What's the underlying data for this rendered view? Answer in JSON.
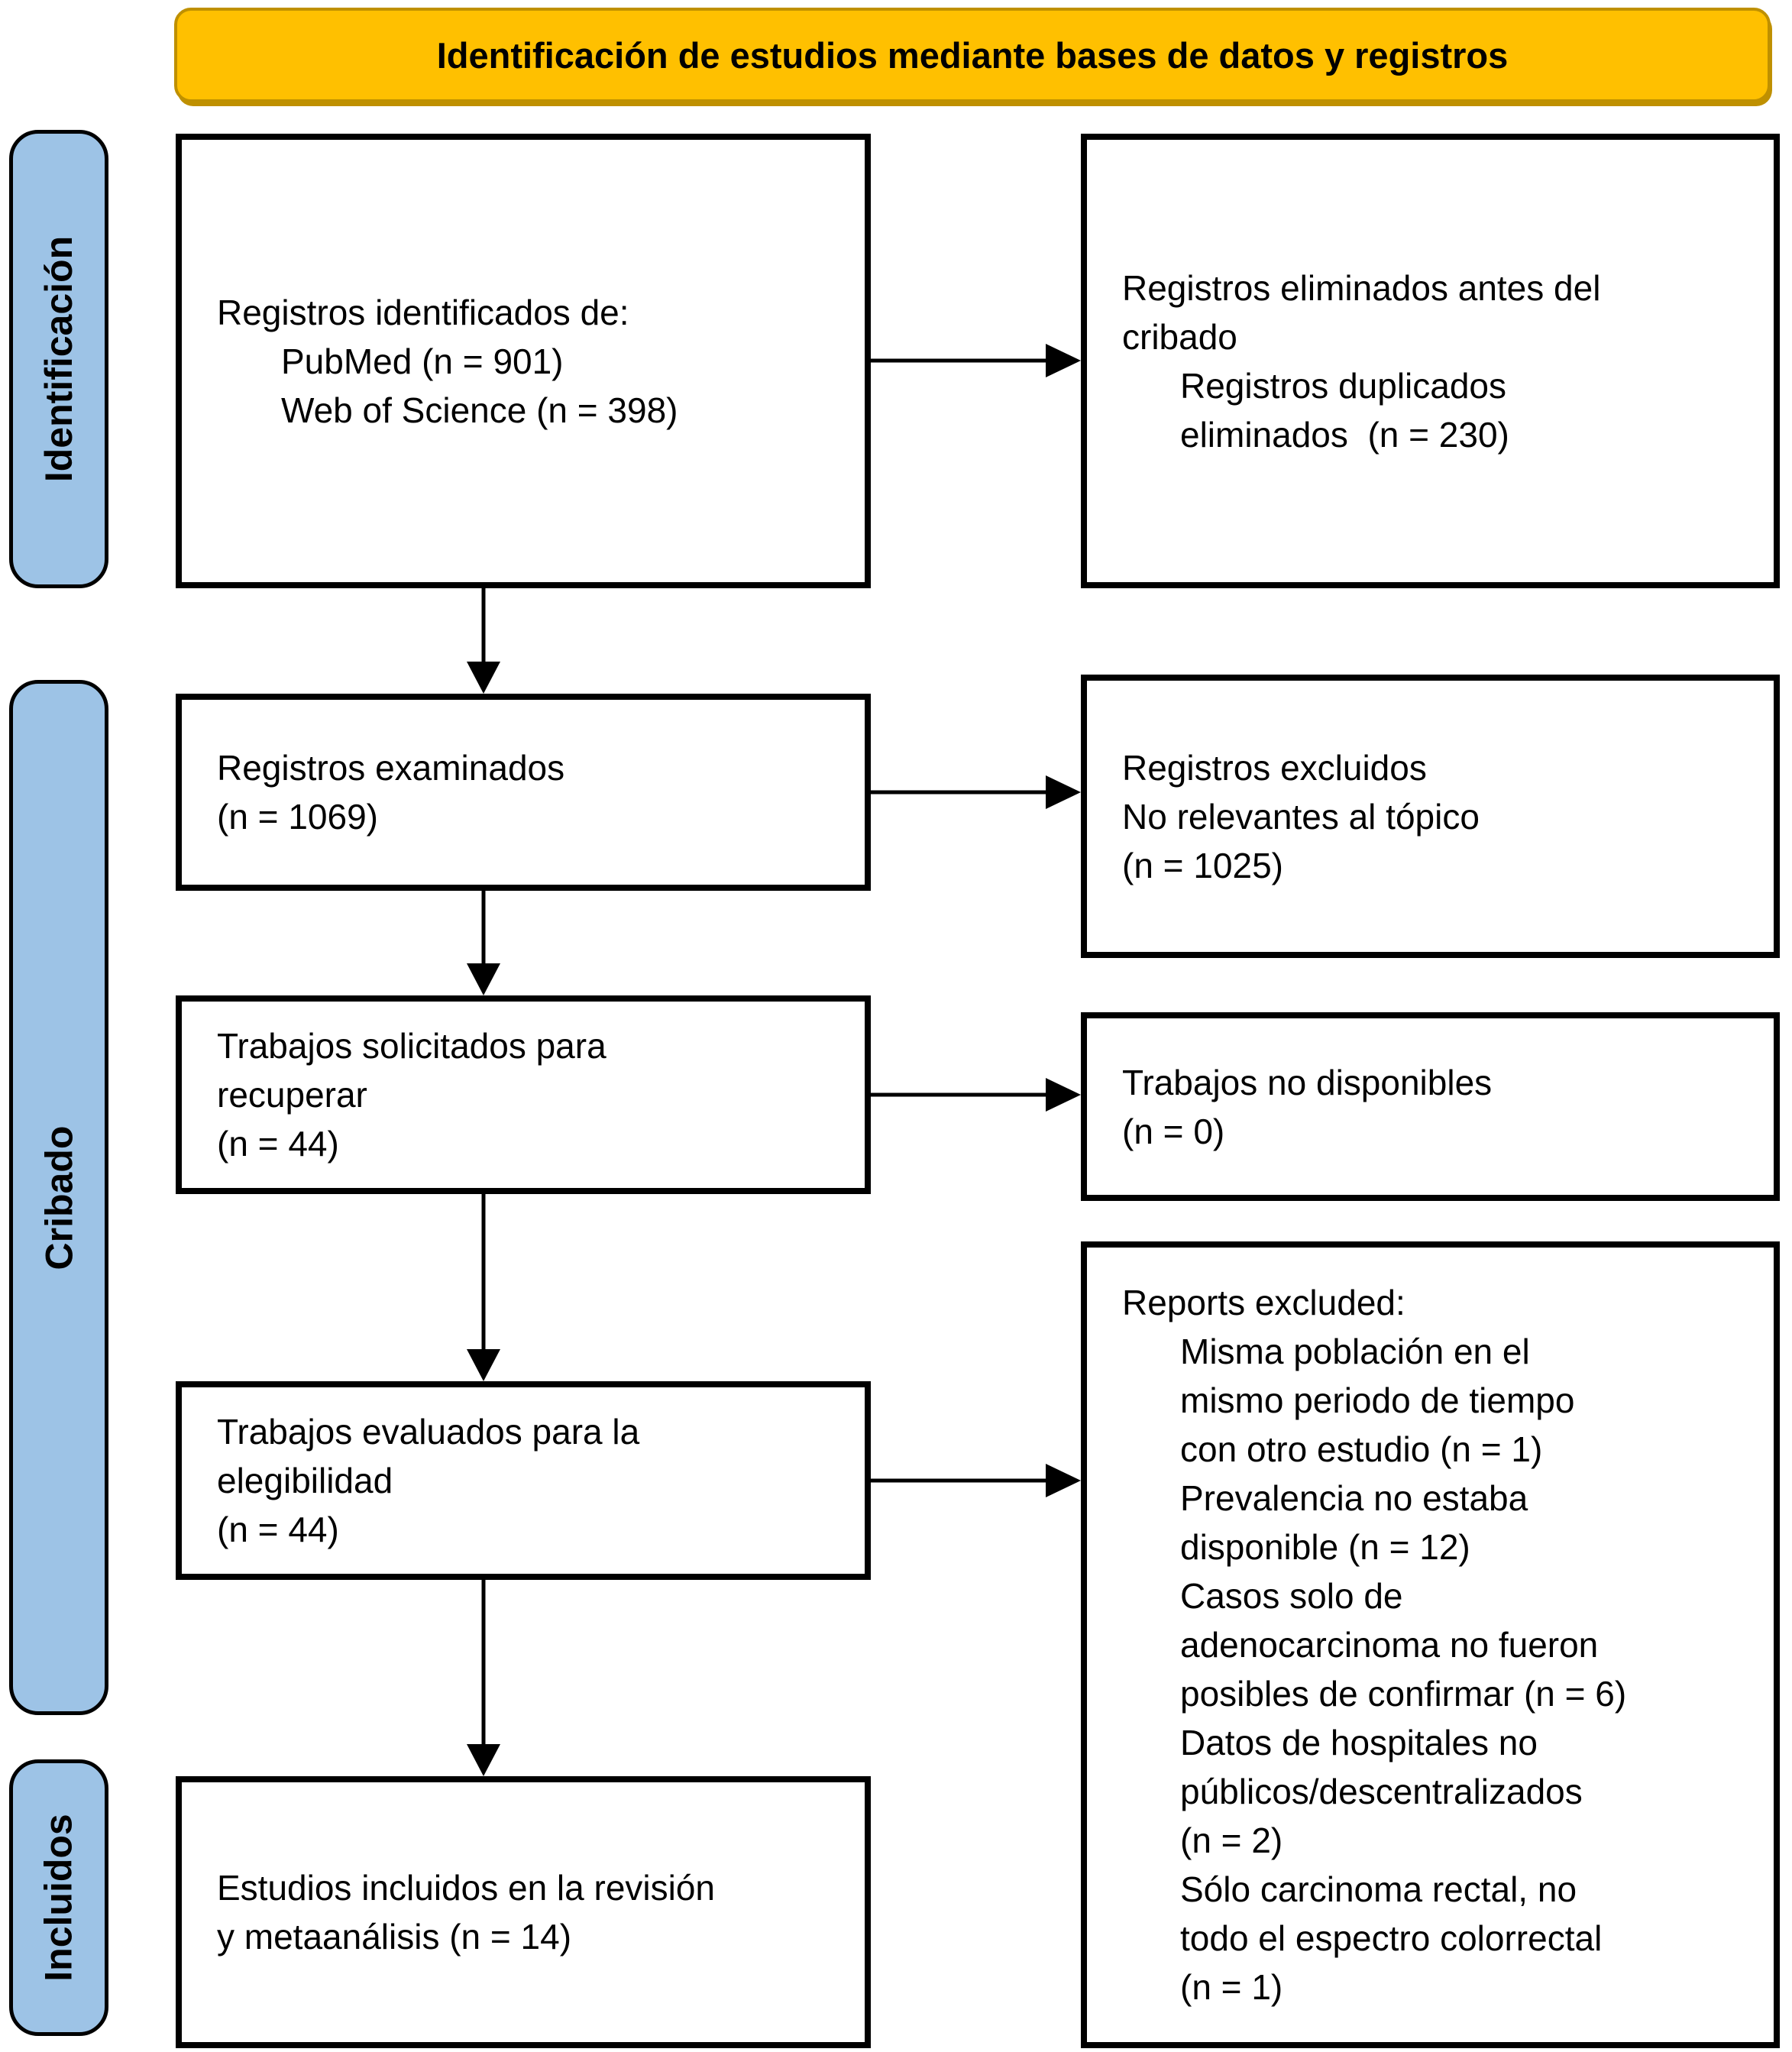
{
  "banner": {
    "title": "Identificación de estudios mediante bases de datos y registros",
    "fill_color": "#FFC000",
    "border_color": "#BF9000"
  },
  "sidebar": {
    "fill_color": "#9DC3E6",
    "stages": [
      {
        "label": "Identificación"
      },
      {
        "label": "Cribado"
      },
      {
        "label": "Incluidos"
      }
    ]
  },
  "flow": {
    "identification": {
      "lines": [
        "Registros identificados de:",
        "PubMed (n = 901)",
        "Web of Science (n = 398)"
      ]
    },
    "screened": {
      "lines": [
        "Registros examinados",
        "(n = 1069)"
      ]
    },
    "retrieval": {
      "lines": [
        "Trabajos solicitados para",
        "recuperar",
        "(n = 44)"
      ]
    },
    "assessed": {
      "lines": [
        "Trabajos evaluados para la",
        "elegibilidad",
        "(n = 44)"
      ]
    },
    "included": {
      "lines": [
        "Estudios incluidos en la revisión",
        "y metaanálisis (n = 14)"
      ]
    }
  },
  "exclusions": {
    "removed_before_screening": {
      "lines": [
        "Registros eliminados antes del",
        "cribado",
        "Registros duplicados",
        "eliminados  (n = 230)"
      ]
    },
    "records_excluded": {
      "lines": [
        "Registros excluidos",
        "No relevantes al tópico",
        "(n = 1025)"
      ]
    },
    "not_available": {
      "lines": [
        "Trabajos no disponibles",
        "(n = 0)"
      ]
    },
    "reports_excluded": {
      "lines": [
        "Reports excluded:",
        "Misma población en el",
        "mismo periodo de tiempo",
        "con otro estudio (n = 1)",
        "Prevalencia no estaba",
        "disponible (n = 12)",
        "Casos solo de",
        "adenocarcinoma no fueron",
        "posibles de confirmar (n = 6)",
        "Datos de hospitales no",
        "públicos/descentralizados",
        "(n = 2)",
        "Sólo carcinoma rectal, no",
        "todo el espectro colorrectal",
        "(n = 1)"
      ]
    }
  }
}
